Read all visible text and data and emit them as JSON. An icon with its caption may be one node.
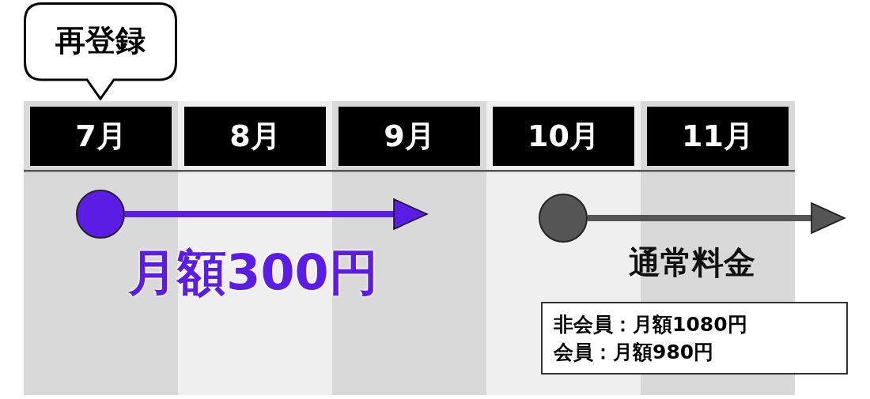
{
  "diagram": {
    "nodes": [
      {
        "text": [
          "再登録"
        ]
      },
      {
        "text": [
          "7月"
        ]
      },
      {
        "text": [
          "8月"
        ]
      },
      {
        "text": [
          "9月"
        ]
      },
      {
        "text": [
          "10月"
        ]
      },
      {
        "text": [
          "11月"
        ]
      },
      {
        "text": [],
        "shape": "circle"
      },
      {
        "text": [],
        "shape": "circle"
      },
      {
        "text": [
          "非会員：月額1080円",
          "会員：月額980円"
        ]
      }
    ],
    "edges": [
      {
        "from": 6,
        "to": null,
        "arrow": "to",
        "color": "#5b1de6"
      },
      {
        "from": 7,
        "to": null,
        "arrow": "to",
        "color": "#555555"
      }
    ],
    "labels": [
      "月額300円",
      "通常料金"
    ]
  }
}
